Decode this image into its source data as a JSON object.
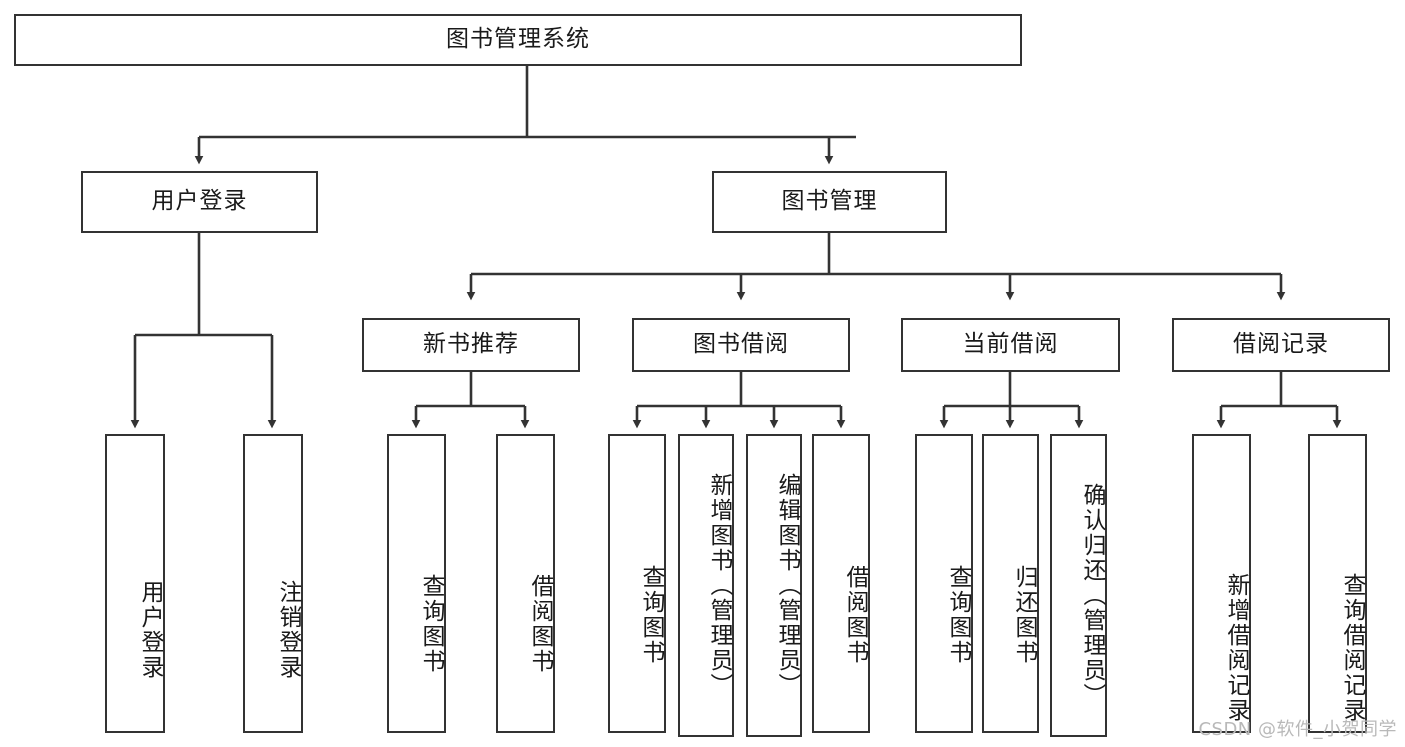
{
  "diagram": {
    "type": "tree-flowchart",
    "title": "图书管理系统",
    "watermark": "CSDN @软件_小贺同学",
    "colors": {
      "stroke": "#333333",
      "fill": "#ffffff",
      "text": "#1a1a1a",
      "watermark": "#b9b9b9"
    },
    "nodes": {
      "root": "图书管理系统",
      "level2": [
        {
          "id": "login",
          "label": "用户登录"
        },
        {
          "id": "bookmgmt",
          "label": "图书管理"
        }
      ],
      "level3": [
        {
          "id": "newbook",
          "label": "新书推荐"
        },
        {
          "id": "borrow",
          "label": "图书借阅"
        },
        {
          "id": "current",
          "label": "当前借阅"
        },
        {
          "id": "record",
          "label": "借阅记录"
        }
      ],
      "leaves": {
        "login": [
          "用户登录",
          "注销登录"
        ],
        "newbook": [
          "查询图书",
          "借阅图书"
        ],
        "borrow": [
          "查询图书",
          "新增图书（管理员）",
          "编辑图书（管理员）",
          "借阅图书"
        ],
        "current": [
          "查询图书",
          "归还图书",
          "确认归还（管理员）"
        ],
        "record": [
          "新增借阅记录",
          "查询借阅记录"
        ]
      }
    }
  }
}
